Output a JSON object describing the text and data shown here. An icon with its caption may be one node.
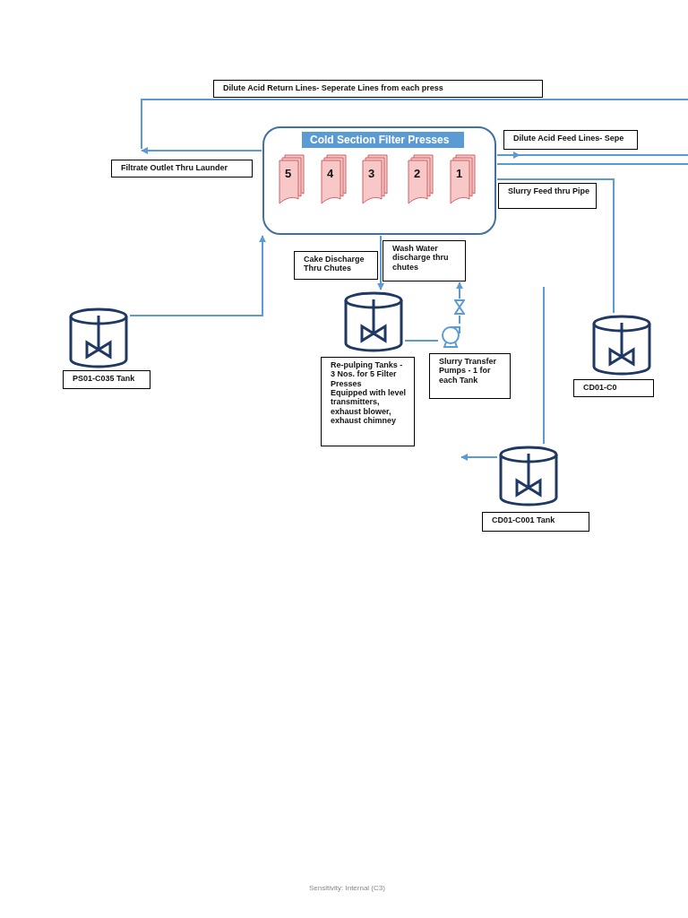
{
  "diagram": {
    "nodes": [
      {
        "text": [
          "Cold Section Filter Presses"
        ]
      },
      {
        "text": [
          "5"
        ],
        "in": 0
      },
      {
        "text": [
          "4"
        ],
        "in": 0
      },
      {
        "text": [
          "3"
        ],
        "in": 0
      },
      {
        "text": [
          "2"
        ],
        "in": 0
      },
      {
        "text": [
          "1"
        ],
        "in": 0
      },
      {
        "text": [
          "Dilute Acid Return Lines- Seperate Lines from each press"
        ]
      },
      {
        "text": [
          "Dilute Acid Feed Lines- Sepe"
        ]
      },
      {
        "text": [
          "Filtrate Outlet Thru Launder"
        ]
      },
      {
        "text": [
          "Slurry Feed thru Pipe"
        ]
      },
      {
        "text": [
          "Wash Water discharge thru chutes"
        ]
      },
      {
        "text": [
          "Cake Discharge Thru Chutes"
        ]
      },
      {
        "text": [],
        "shape": "valve"
      },
      {
        "text": [],
        "shape": "cylinder"
      },
      {
        "text": [],
        "shape": "cylinder"
      },
      {
        "text": [],
        "shape": "pump"
      },
      {
        "text": [],
        "shape": "cylinder"
      },
      {
        "text": [
          "Re-pulping Tanks - 3 Nos. for 5 Filter Presses",
          "Equipped with level transmitters, exhaust blower, exhaust chimney"
        ]
      },
      {
        "text": [
          "Slurry Transfer Pumps - 1 for each Tank"
        ]
      },
      {
        "text": [
          "PS01-C035 Tank"
        ]
      },
      {
        "text": [
          "CD01-C0"
        ]
      },
      {
        "text": [],
        "shape": "cylinder"
      },
      {
        "text": [
          "CD01-C001 Tank"
        ]
      }
    ],
    "edges": [
      {
        "from": 0,
        "to": 8,
        "arrow": "to"
      },
      {
        "from": 0,
        "to": 7,
        "arrow": "to"
      },
      {
        "from": 0,
        "to": null,
        "arrow": "none"
      },
      {
        "from": 0,
        "to": 16,
        "arrow": "none"
      },
      {
        "from": 13,
        "to": 0,
        "arrow": "to"
      },
      {
        "from": 0,
        "to": 14,
        "arrow": "to"
      },
      {
        "from": 14,
        "to": 15,
        "arrow": "none"
      },
      {
        "from": 15,
        "to": 12,
        "arrow": "none"
      },
      {
        "from": 12,
        "to": 10,
        "arrow": "to"
      },
      {
        "from": null,
        "to": 21,
        "arrow": "none"
      },
      {
        "from": 21,
        "to": null,
        "arrow": "to"
      },
      {
        "from": 7,
        "to": null,
        "arrow": "none"
      }
    ],
    "labels": [
      "Sensitivity: Internal (C3)"
    ]
  }
}
